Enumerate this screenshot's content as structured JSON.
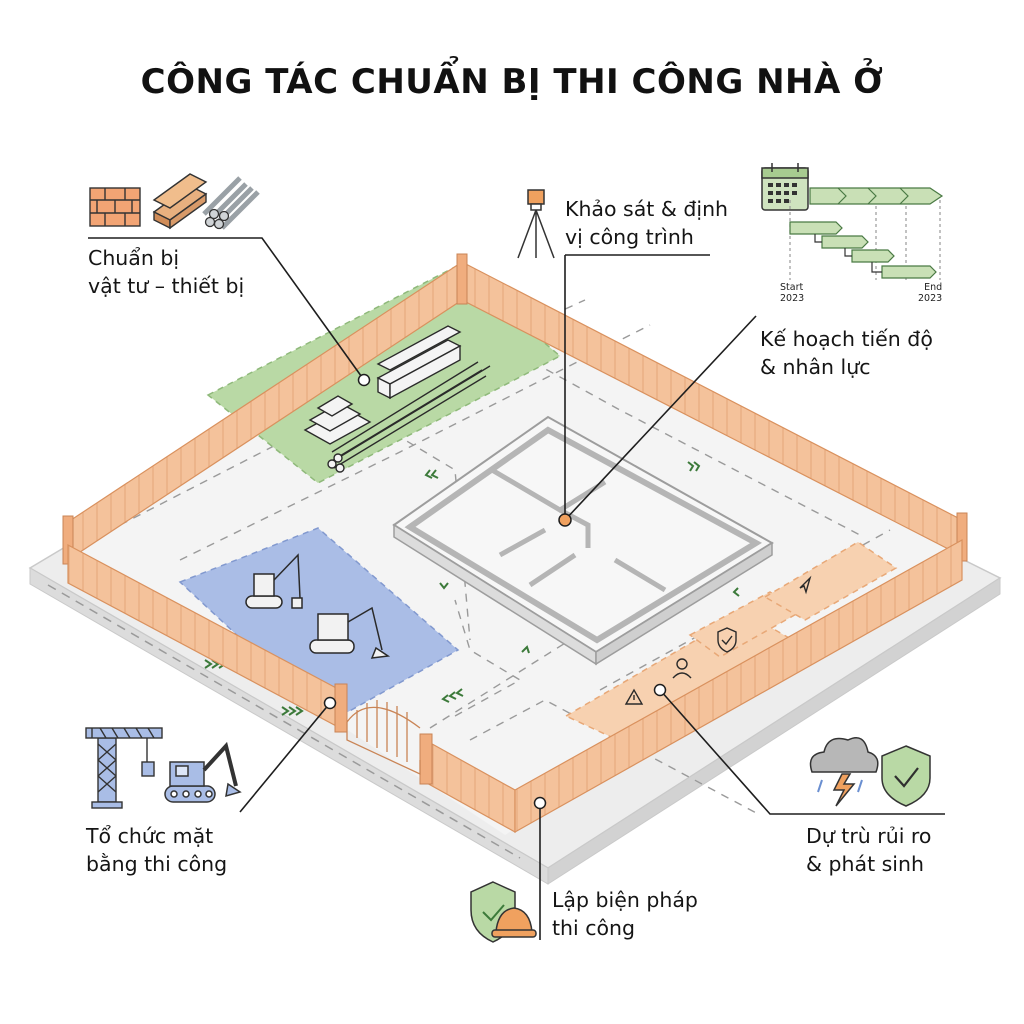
{
  "title": "CÔNG TÁC CHUẨN BỊ THI CÔNG NHÀ Ở",
  "labels": {
    "materials": {
      "line1": "Chuẩn bị",
      "line2": "vật tư – thiết bị"
    },
    "survey": {
      "line1": "Khảo sát & định",
      "line2": "vị công trình"
    },
    "schedule": {
      "line1": "Kế hoạch tiến độ",
      "line2": "& nhân lực"
    },
    "site_layout": {
      "line1": "Tổ chức mặt",
      "line2": "bằng thi công"
    },
    "method": {
      "line1": "Lập biện pháp",
      "line2": "thi công"
    },
    "risk": {
      "line1": "Dự trù rủi ro",
      "line2": "& phát sinh"
    }
  },
  "gantt": {
    "start": {
      "line1": "Start",
      "line2": "2023"
    },
    "end": {
      "line1": "End",
      "line2": "2023"
    }
  },
  "icons": {
    "materials": [
      "brick-stack-icon",
      "timber-stack-icon",
      "steel-pipes-icon"
    ],
    "survey": "theodolite-tripod-icon",
    "schedule": [
      "calendar-icon",
      "gantt-chart-icon"
    ],
    "site_layout": [
      "tower-crane-icon",
      "excavator-icon"
    ],
    "method": [
      "safety-shield-icon",
      "hard-hat-icon"
    ],
    "risk": [
      "storm-cloud-icon",
      "shield-check-icon"
    ]
  },
  "colors": {
    "fence": "#f2b98c",
    "fence_stroke": "#d9915e",
    "storage_zone": "#b8d9a4",
    "equipment_zone": "#a9bde6",
    "risk_zone": "#f7cfae",
    "site_ground": "#f1f1f1",
    "line": "#222222",
    "marker": "#f0a15f"
  }
}
